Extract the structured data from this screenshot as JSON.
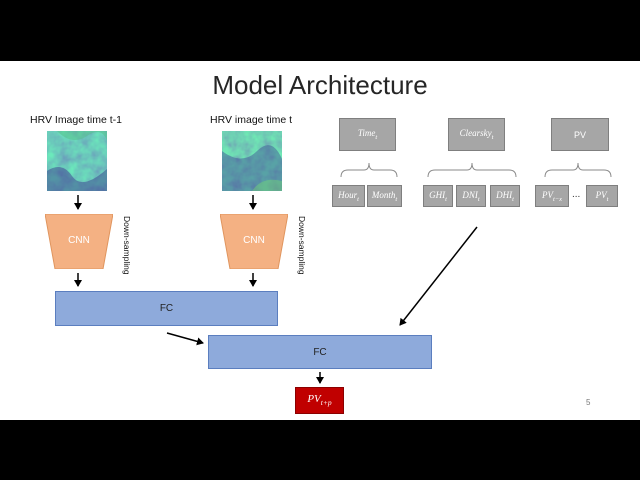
{
  "slide": {
    "title": "Model Architecture",
    "page_number": "5"
  },
  "inputs": {
    "left_label": "HRV Image time t-1",
    "right_label": "HRV image time t"
  },
  "cnn": {
    "label": "CNN",
    "down_label": "Down-sampling"
  },
  "fc": {
    "label": "FC"
  },
  "features": {
    "time": {
      "main": "Time",
      "sub": "t"
    },
    "clearsky": {
      "main": "Clearsky",
      "sub": "t"
    },
    "pv": {
      "main": "PV"
    },
    "hour": {
      "main": "Hour",
      "sub": "t"
    },
    "month": {
      "main": "Month",
      "sub": "t"
    },
    "ghi": {
      "main": "GHI",
      "sub": "t"
    },
    "dni": {
      "main": "DNI",
      "sub": "t"
    },
    "dhi": {
      "main": "DHI",
      "sub": "t"
    },
    "pv_first": {
      "main": "PV",
      "sub": "t−x"
    },
    "pv_last": {
      "main": "PV",
      "sub": "t"
    },
    "ellipsis": "..."
  },
  "output": {
    "main": "PV",
    "sub": "t+p"
  },
  "colors": {
    "cnn": "#f4b183",
    "fc": "#8eaadb",
    "feature_box": "#a6a6a6",
    "output": "#c00000"
  }
}
